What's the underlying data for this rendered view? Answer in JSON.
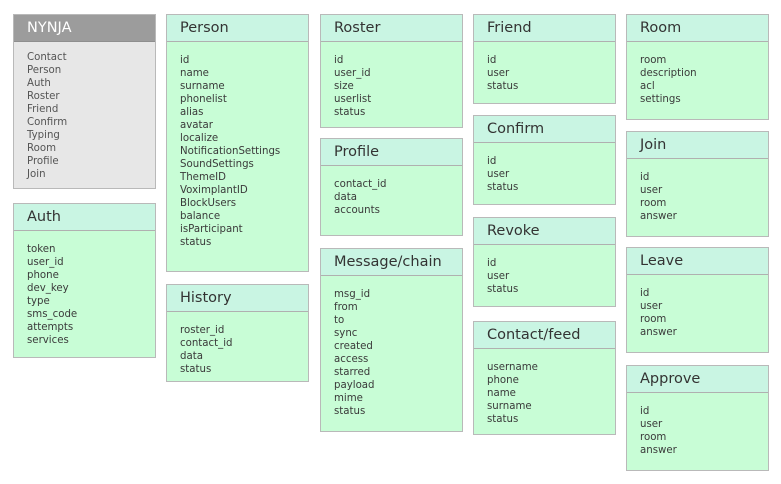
{
  "index": {
    "title": "NYNJA",
    "items": [
      "Contact",
      "Person",
      "Auth",
      "Roster",
      "Friend",
      "Confirm",
      "Typing",
      "Room",
      "Profile",
      "Join"
    ]
  },
  "boxes": {
    "auth": {
      "title": "Auth",
      "fields": [
        "token",
        "user_id",
        "phone",
        "dev_key",
        "type",
        "sms_code",
        "attempts",
        "services"
      ]
    },
    "person": {
      "title": "Person",
      "fields": [
        "id",
        "name",
        "surname",
        "phonelist",
        "alias",
        "avatar",
        "localize",
        "NotificationSettings",
        "SoundSettings",
        "ThemeID",
        "VoximplantID",
        "BlockUsers",
        "balance",
        "isParticipant",
        "status"
      ]
    },
    "history": {
      "title": "History",
      "fields": [
        "roster_id",
        "contact_id",
        "data",
        "status"
      ]
    },
    "roster": {
      "title": "Roster",
      "fields": [
        "id",
        "user_id",
        "size",
        "userlist",
        "status"
      ]
    },
    "profile": {
      "title": "Profile",
      "fields": [
        "contact_id",
        "data",
        "accounts"
      ]
    },
    "message_chain": {
      "title": "Message/chain",
      "fields": [
        "msg_id",
        "from",
        "to",
        "sync",
        "created",
        "access",
        "starred",
        "payload",
        "mime",
        "status"
      ]
    },
    "friend": {
      "title": "Friend",
      "fields": [
        "id",
        "user",
        "status"
      ]
    },
    "confirm": {
      "title": "Confirm",
      "fields": [
        "id",
        "user",
        "status"
      ]
    },
    "revoke": {
      "title": "Revoke",
      "fields": [
        "id",
        "user",
        "status"
      ]
    },
    "contact_feed": {
      "title": "Contact/feed",
      "fields": [
        "username",
        "phone",
        "name",
        "surname",
        "status"
      ]
    },
    "room": {
      "title": "Room",
      "fields": [
        "room",
        "description",
        "acl",
        "settings"
      ]
    },
    "join": {
      "title": "Join",
      "fields": [
        "id",
        "user",
        "room",
        "answer"
      ]
    },
    "leave": {
      "title": "Leave",
      "fields": [
        "id",
        "user",
        "room",
        "answer"
      ]
    },
    "approve": {
      "title": "Approve",
      "fields": [
        "id",
        "user",
        "room",
        "answer"
      ]
    }
  },
  "colors": {
    "box_fill": "#c8fdd6",
    "header_fill": "#c9f5e3",
    "index_fill": "#e7e7e7",
    "index_header_fill": "#9c9c9c",
    "border": "#b9b9b9"
  }
}
